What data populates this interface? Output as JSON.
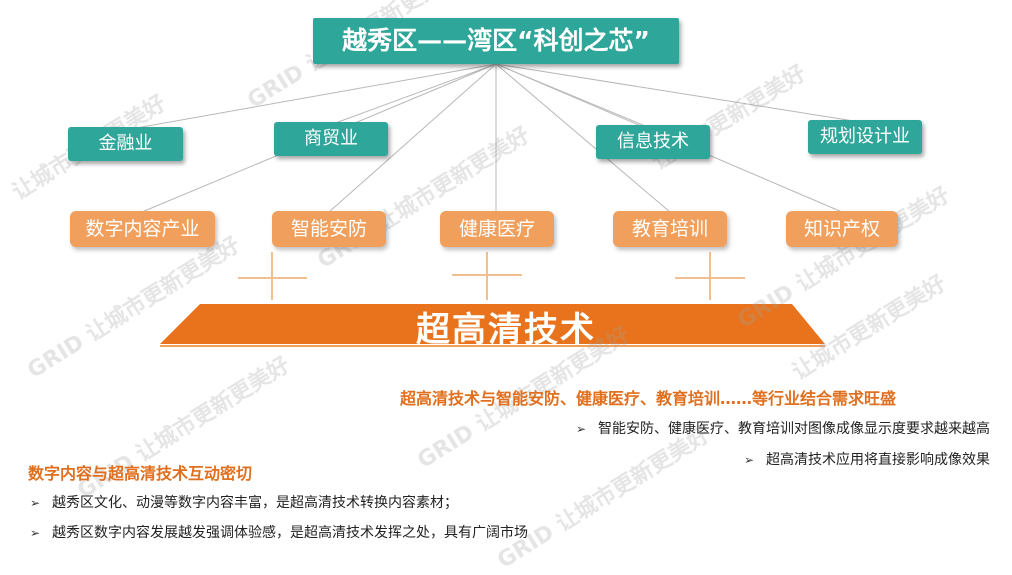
{
  "root": {
    "title": "越秀区——湾区“科创之芯”"
  },
  "sectors": [
    {
      "label": "金融业"
    },
    {
      "label": "商贸业"
    },
    {
      "label": "信息技术"
    },
    {
      "label": "规划设计业"
    }
  ],
  "industries": [
    {
      "label": "数字内容产业"
    },
    {
      "label": "智能安防"
    },
    {
      "label": "健康医疗"
    },
    {
      "label": "教育培训"
    },
    {
      "label": "知识产权"
    }
  ],
  "technology": {
    "title": "超高清技术"
  },
  "right_section": {
    "title": "超高清技术与智能安防、健康医疗、教育培训……等行业结合需求旺盛",
    "bullets": [
      "智能安防、健康医疗、教育培训对图像成像显示度要求越来越高",
      "超高清技术应用将直接影响成像效果"
    ]
  },
  "left_section": {
    "title": "数字内容与超高清技术互动密切",
    "bullets": [
      "越秀区文化、动漫等数字内容丰富，是超高清技术转换内容素材；",
      "越秀区数字内容发展越发强调体验感，是超高清技术发挥之处，具有广阔市场"
    ]
  },
  "bullet_marker": "➢",
  "watermark": {
    "text": "让城市更新更美好",
    "brand": "GRID"
  },
  "colors": {
    "teal": "#2fa69a",
    "orange_light": "#f0a05c",
    "orange_dark": "#e07020",
    "connector": "#b8b8b8"
  }
}
